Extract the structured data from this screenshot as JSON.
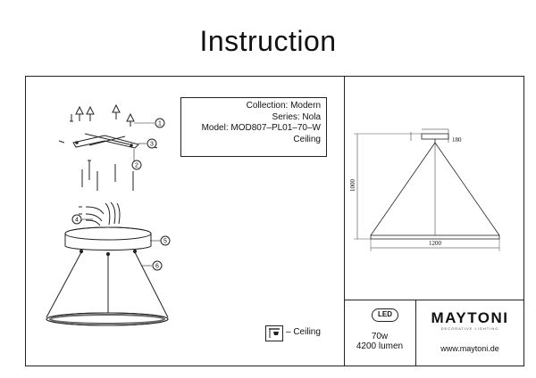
{
  "title": "Instruction",
  "info": {
    "collection": "Collection: Modern",
    "series": "Series: Nola",
    "model": "Model: MOD807–PL01–70–W",
    "mount": "Ceiling"
  },
  "callouts": [
    "1",
    "2",
    "3",
    "4",
    "5",
    "6"
  ],
  "dimensions": {
    "width": "1200",
    "height": "1000",
    "canopy": "180"
  },
  "mounting": {
    "label": "– Ceiling",
    "icon": "ceiling-mount-icon"
  },
  "specs": {
    "led_badge": "LED",
    "power": "70w",
    "lumen": "4200 lumen"
  },
  "brand": {
    "name": "MAYTONI",
    "tagline": "DECORATIVE LIGHTING",
    "website": "www.maytoni.de"
  }
}
